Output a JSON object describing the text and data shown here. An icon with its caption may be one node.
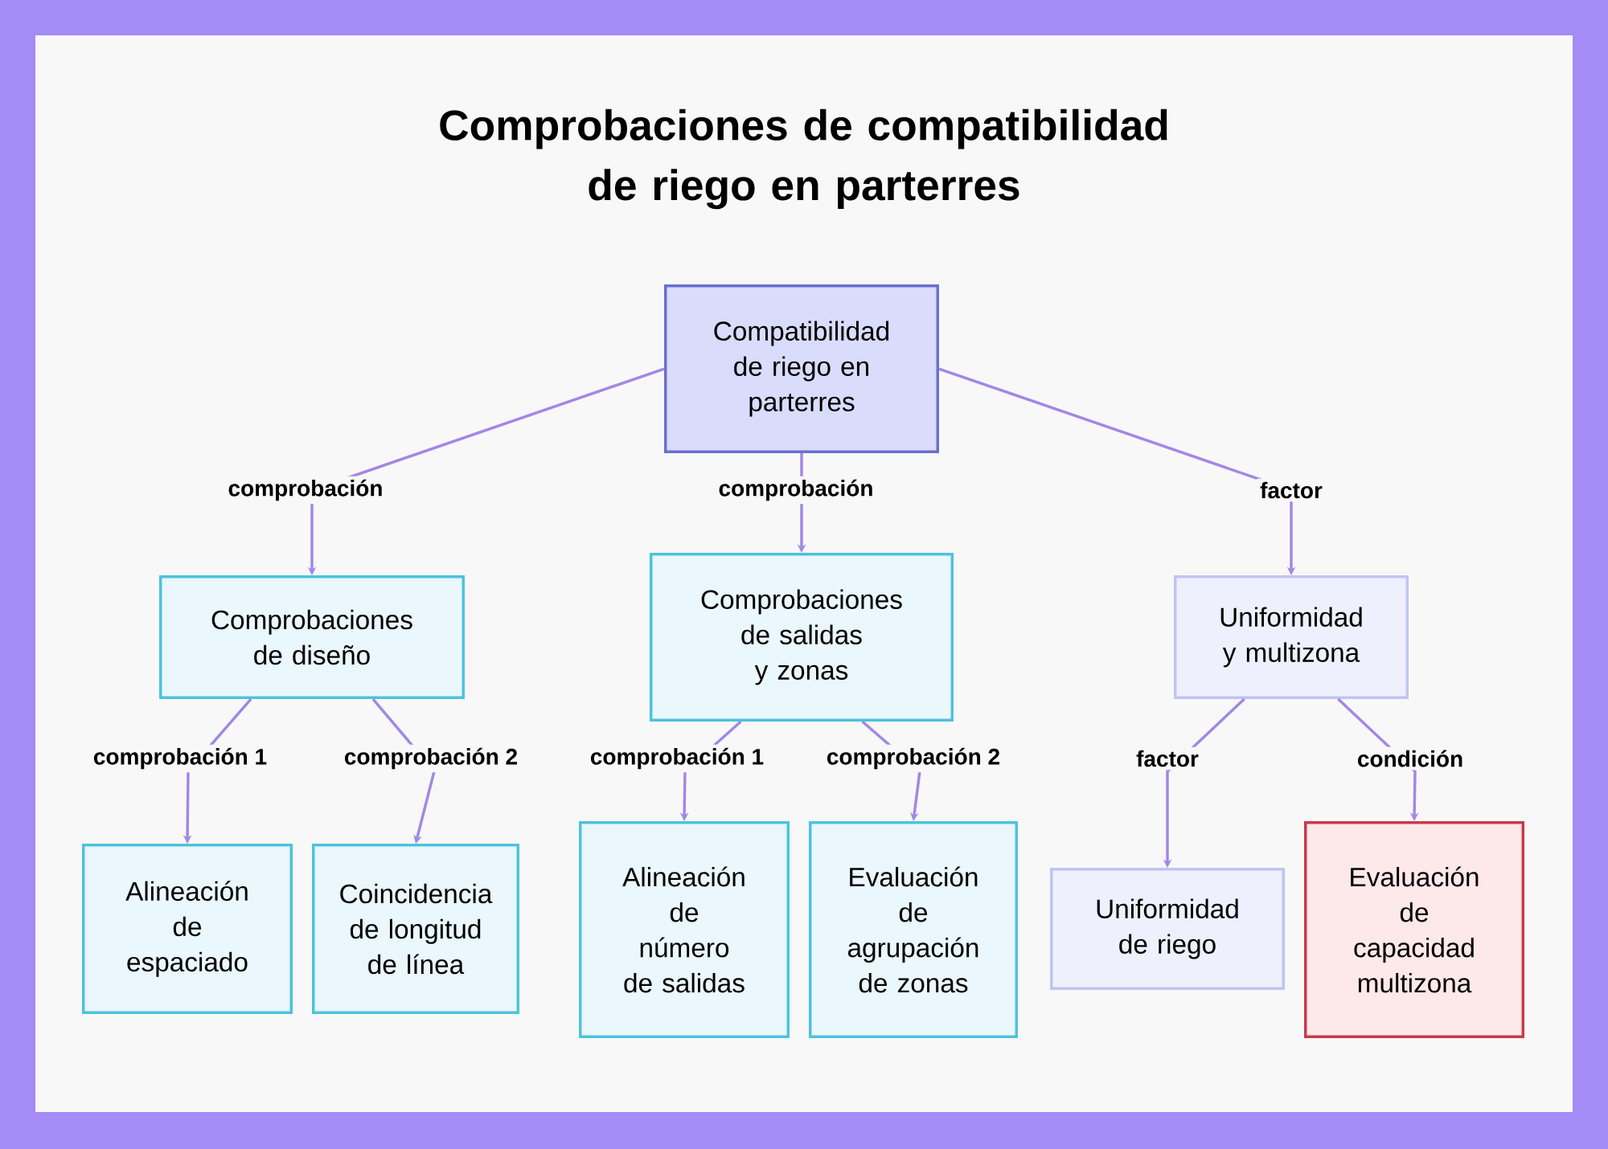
{
  "diagram": {
    "title": "Comprobaciones de compatibilidad de riego en parterres",
    "nodes": [
      {
        "text": [
          "Compatibilidad de riego en parterres"
        ]
      },
      {
        "text": [
          "Comprobaciones de diseño"
        ]
      },
      {
        "text": [
          "Comprobaciones de salidas y zonas"
        ]
      },
      {
        "text": [
          "Uniformidad y multizona"
        ]
      },
      {
        "text": [
          "Alineación de espaciado"
        ]
      },
      {
        "text": [
          "Coincidencia de longitud de línea"
        ]
      },
      {
        "text": [
          "Alineación de número de salidas"
        ]
      },
      {
        "text": [
          "Evaluación de agrupación de zonas"
        ]
      },
      {
        "text": [
          "Uniformidad de riego"
        ]
      },
      {
        "text": [
          "Evaluación de capacidad multizona"
        ]
      }
    ],
    "edges": [
      {
        "from": 0,
        "to": 1,
        "arrow": "to",
        "label": "comprobación"
      },
      {
        "from": 0,
        "to": 2,
        "arrow": "to",
        "label": "comprobación"
      },
      {
        "from": 0,
        "to": 3,
        "arrow": "to",
        "label": "factor"
      },
      {
        "from": 1,
        "to": 4,
        "arrow": "to",
        "label": "comprobación 1"
      },
      {
        "from": 1,
        "to": 5,
        "arrow": "to",
        "label": "comprobación 2"
      },
      {
        "from": 2,
        "to": 6,
        "arrow": "to",
        "label": "comprobación 1"
      },
      {
        "from": 2,
        "to": 7,
        "arrow": "to",
        "label": "comprobación 2"
      },
      {
        "from": 3,
        "to": 8,
        "arrow": "to",
        "label": "factor"
      },
      {
        "from": 3,
        "to": 9,
        "arrow": "to",
        "label": "condición"
      }
    ]
  }
}
